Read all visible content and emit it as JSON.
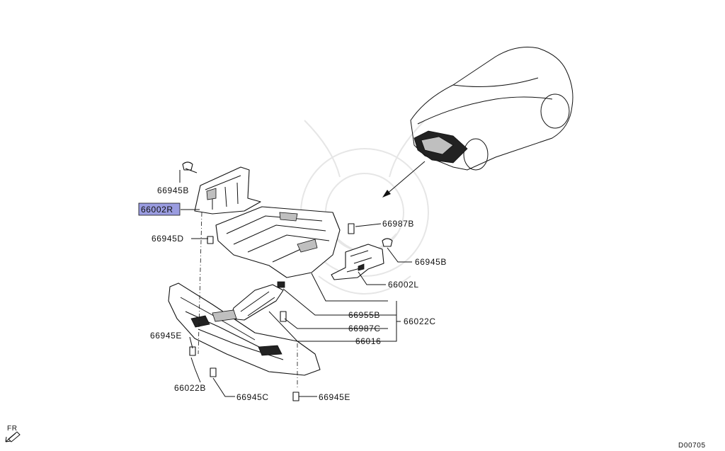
{
  "highlight_color": "#9a9ce0",
  "callouts": {
    "c66945B_top": "66945B",
    "c66002R": "66002R",
    "c66945D": "66945D",
    "c66987B": "66987B",
    "c66945B_right": "66945B",
    "c66002L": "66002L",
    "c66955B": "66955B",
    "c66987C": "66987C",
    "c66022C": "66022C",
    "c66016": "66016",
    "c66945E_left": "66945E",
    "c66022B": "66022B",
    "c66945C": "66945C",
    "c66945E_bottom": "66945E"
  },
  "front_indicator": "FR",
  "diagram_code": "D00705"
}
